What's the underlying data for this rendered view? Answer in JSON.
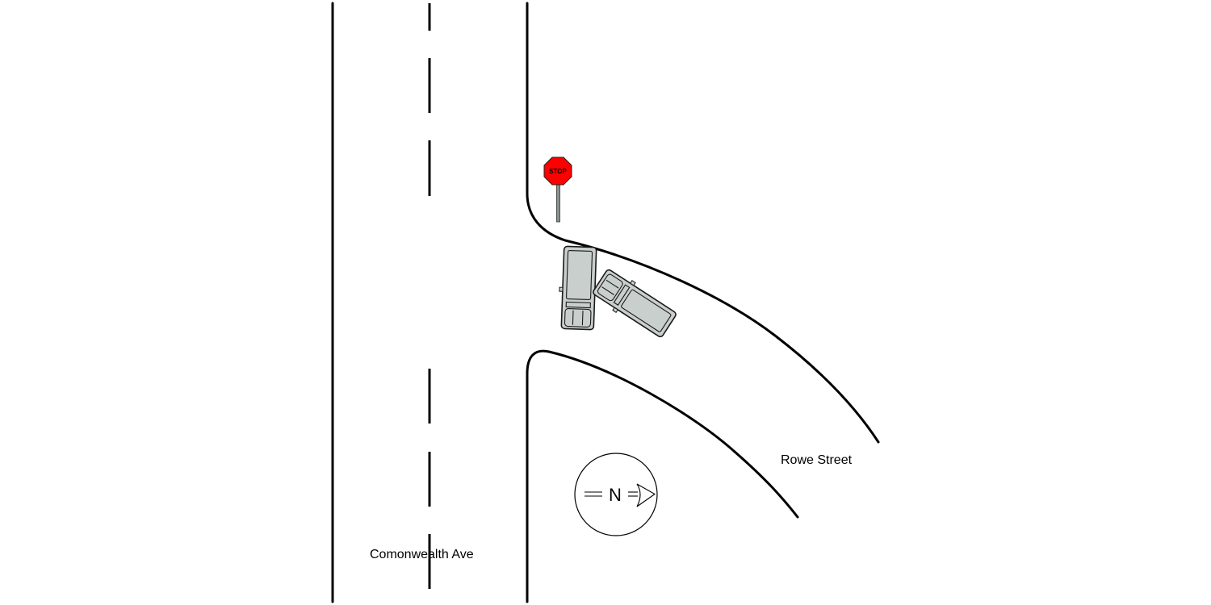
{
  "streets": {
    "main_road_label": "Comonwealth Ave",
    "side_road_label": "Rowe Street"
  },
  "stop_sign": {
    "text": "STOP",
    "color": "#ff0000",
    "icon": "stop-sign-icon"
  },
  "compass": {
    "letter": "N",
    "icon": "north-arrow-icon"
  },
  "vehicles": [
    {
      "name": "vehicle-1",
      "color": "#c9cfcd"
    },
    {
      "name": "vehicle-2",
      "color": "#c9cfcd"
    }
  ]
}
